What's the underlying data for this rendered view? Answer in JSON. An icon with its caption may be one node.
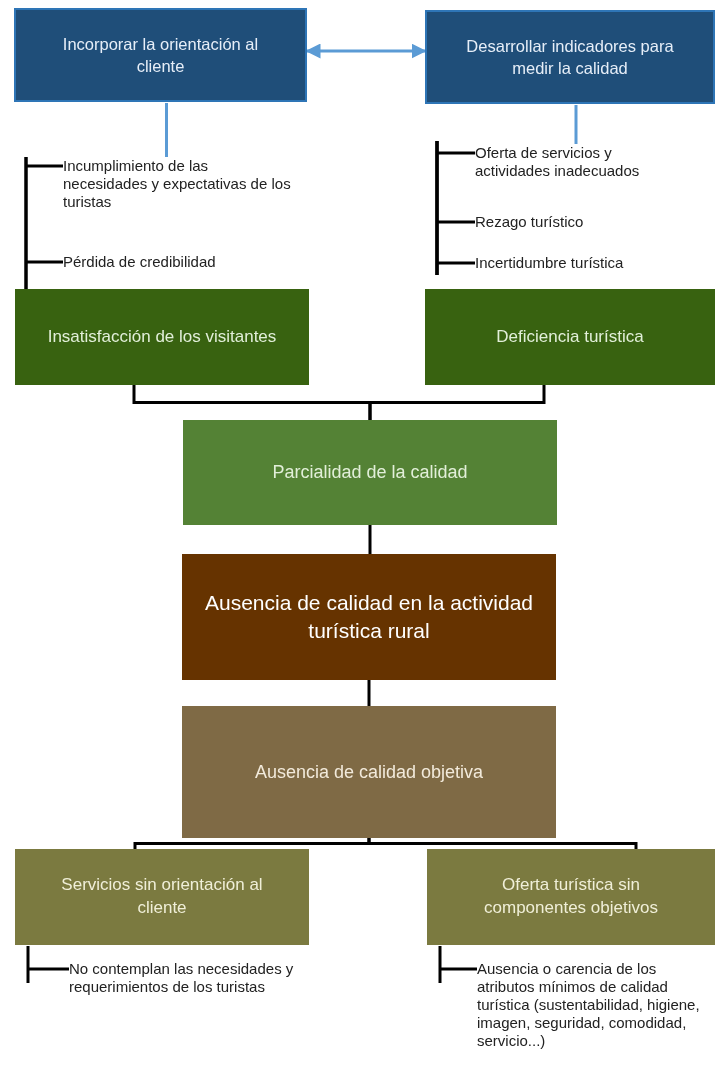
{
  "diagram": {
    "nodes": [
      {
        "text": [
          "Incorporar la orientación al cliente"
        ]
      },
      {
        "text": [
          "Desarrollar indicadores para medir la calidad"
        ]
      },
      {
        "text": [
          "Incumplimiento de las necesidades y expectativas de los turistas"
        ]
      },
      {
        "text": [
          "Pérdida de credibilidad"
        ]
      },
      {
        "text": [
          "Oferta de servicios y actividades inadecuados"
        ]
      },
      {
        "text": [
          "Rezago turístico"
        ]
      },
      {
        "text": [
          "Incertidumbre turística"
        ]
      },
      {
        "text": [
          "Insatisfacción de los visitantes"
        ]
      },
      {
        "text": [
          "Deficiencia turística"
        ]
      },
      {
        "text": [
          "Parcialidad de la calidad"
        ]
      },
      {
        "text": [
          "Ausencia de calidad en la actividad turística rural"
        ]
      },
      {
        "text": [
          "Ausencia de calidad objetiva"
        ]
      },
      {
        "text": [
          "Servicios sin orientación al cliente"
        ]
      },
      {
        "text": [
          "Oferta turística sin componentes objetivos"
        ]
      },
      {
        "text": [
          "No contemplan las necesidades y requerimientos de los turistas"
        ]
      },
      {
        "text": [
          "Ausencia o carencia de los atributos mínimos de calidad turística (sustentabilidad, higiene, imagen, seguridad, comodidad, servicio...)"
        ]
      }
    ],
    "edges": [
      {
        "from": 0,
        "to": 1,
        "arrow": "both",
        "color": "#5b9bd5"
      },
      {
        "from": 0,
        "to": 2,
        "arrow": "none",
        "color": "#5b9bd5"
      },
      {
        "from": 1,
        "to": 4,
        "arrow": "none",
        "color": "#5b9bd5"
      },
      {
        "from": 7,
        "to": 2,
        "arrow": "none"
      },
      {
        "from": 7,
        "to": 3,
        "arrow": "none"
      },
      {
        "from": null,
        "to": 4,
        "arrow": "none"
      },
      {
        "from": null,
        "to": 5,
        "arrow": "none"
      },
      {
        "from": null,
        "to": 6,
        "arrow": "none"
      },
      {
        "from": 7,
        "to": 9,
        "arrow": "none"
      },
      {
        "from": 8,
        "to": 9,
        "arrow": "none"
      },
      {
        "from": 9,
        "to": 10,
        "arrow": "none"
      },
      {
        "from": 10,
        "to": 11,
        "arrow": "none"
      },
      {
        "from": 11,
        "to": 12,
        "arrow": "none"
      },
      {
        "from": 11,
        "to": 13,
        "arrow": "none"
      },
      {
        "from": 12,
        "to": 14,
        "arrow": "none"
      },
      {
        "from": 13,
        "to": 15,
        "arrow": "none"
      }
    ]
  }
}
